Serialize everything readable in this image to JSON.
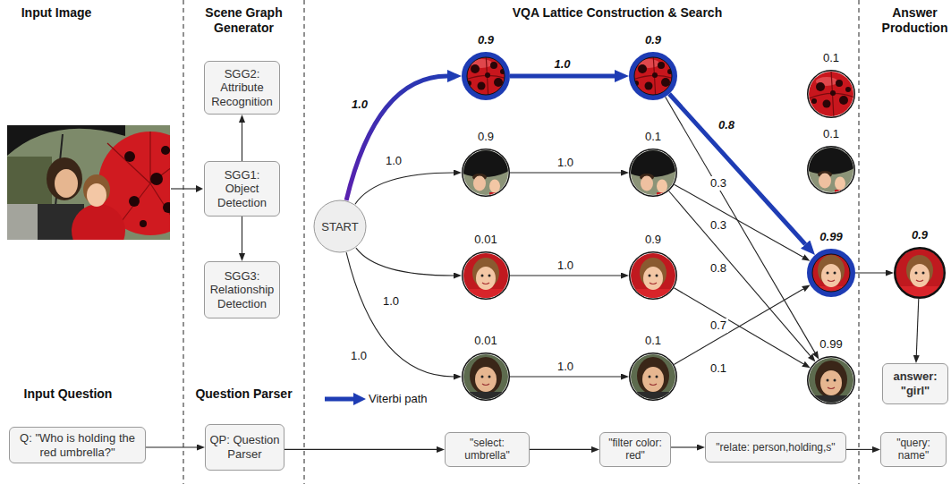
{
  "diagram": {
    "nodes": [
      {
        "text": [
          "SGG2: Attribute Recognition"
        ]
      },
      {
        "text": [
          "SGG1: Object Detection"
        ]
      },
      {
        "text": [
          "SGG3: Relationship Detection"
        ]
      },
      {
        "text": [
          "START"
        ]
      },
      {
        "text": [
          "0.9"
        ]
      },
      {
        "text": [
          "0.9"
        ]
      },
      {
        "text": [
          "0.1"
        ]
      },
      {
        "text": [
          "0.9"
        ]
      },
      {
        "text": [
          "0.1"
        ]
      },
      {
        "text": [
          "0.1"
        ]
      },
      {
        "text": [
          "0.01"
        ]
      },
      {
        "text": [
          "0.9"
        ]
      },
      {
        "text": [
          "0.99"
        ]
      },
      {
        "text": [
          "0.01"
        ]
      },
      {
        "text": [
          "0.1"
        ]
      },
      {
        "text": [
          "0.99"
        ]
      },
      {
        "text": [
          "0.9"
        ]
      },
      {
        "text": [
          "answer: \"girl\""
        ]
      },
      {
        "text": [
          "Q: \"Who is holding the red umbrella?\""
        ]
      },
      {
        "text": [
          "QP: Question Parser"
        ]
      },
      {
        "text": [
          "\"select: umbrella\""
        ]
      },
      {
        "text": [
          "\"filter color: red\""
        ]
      },
      {
        "text": [
          "\"relate: person,holding,s\""
        ]
      },
      {
        "text": [
          "\"query: name\""
        ]
      }
    ],
    "edges": [
      {
        "from": 1,
        "to": 0,
        "arrow": "to"
      },
      {
        "from": 1,
        "to": 2,
        "arrow": "to"
      },
      {
        "from": 3,
        "to": 4,
        "label": "1.0",
        "arrow": "to"
      },
      {
        "from": 3,
        "to": 7,
        "label": "1.0",
        "arrow": "to"
      },
      {
        "from": 3,
        "to": 10,
        "label": "1.0",
        "arrow": "to"
      },
      {
        "from": 3,
        "to": 13,
        "label": "1.0",
        "arrow": "to"
      },
      {
        "from": 4,
        "to": 5,
        "label": "1.0",
        "arrow": "to"
      },
      {
        "from": 7,
        "to": 8,
        "label": "1.0",
        "arrow": "to"
      },
      {
        "from": 10,
        "to": 11,
        "label": "1.0",
        "arrow": "to"
      },
      {
        "from": 13,
        "to": 14,
        "label": "1.0",
        "arrow": "to"
      },
      {
        "from": 5,
        "to": 12,
        "label": "0.8",
        "arrow": "to"
      },
      {
        "from": 5,
        "to": 15,
        "label": "0.3",
        "arrow": "to"
      },
      {
        "from": 8,
        "to": 12,
        "label": "0.3",
        "arrow": "to"
      },
      {
        "from": 8,
        "to": 15,
        "label": "0.8",
        "arrow": "to"
      },
      {
        "from": 11,
        "to": 15,
        "label": "0.7",
        "arrow": "to"
      },
      {
        "from": 14,
        "to": 12,
        "label": "0.1",
        "arrow": "to"
      },
      {
        "from": 12,
        "to": 16,
        "arrow": "to"
      },
      {
        "from": 16,
        "to": 17,
        "arrow": "to"
      },
      {
        "from": 18,
        "to": 19,
        "arrow": "to"
      },
      {
        "from": 19,
        "to": 20,
        "arrow": "to"
      },
      {
        "from": 20,
        "to": 21,
        "arrow": "to"
      },
      {
        "from": 21,
        "to": 22,
        "arrow": "to"
      },
      {
        "from": 22,
        "to": 23,
        "arrow": "to"
      }
    ],
    "labels": [
      "Input Image",
      "Scene Graph Generator",
      "VQA Lattice Construction & Search",
      "Answer Production",
      "Input Question",
      "Question Parser"
    ],
    "legend": [
      {
        "text": "Viterbi path"
      }
    ]
  }
}
